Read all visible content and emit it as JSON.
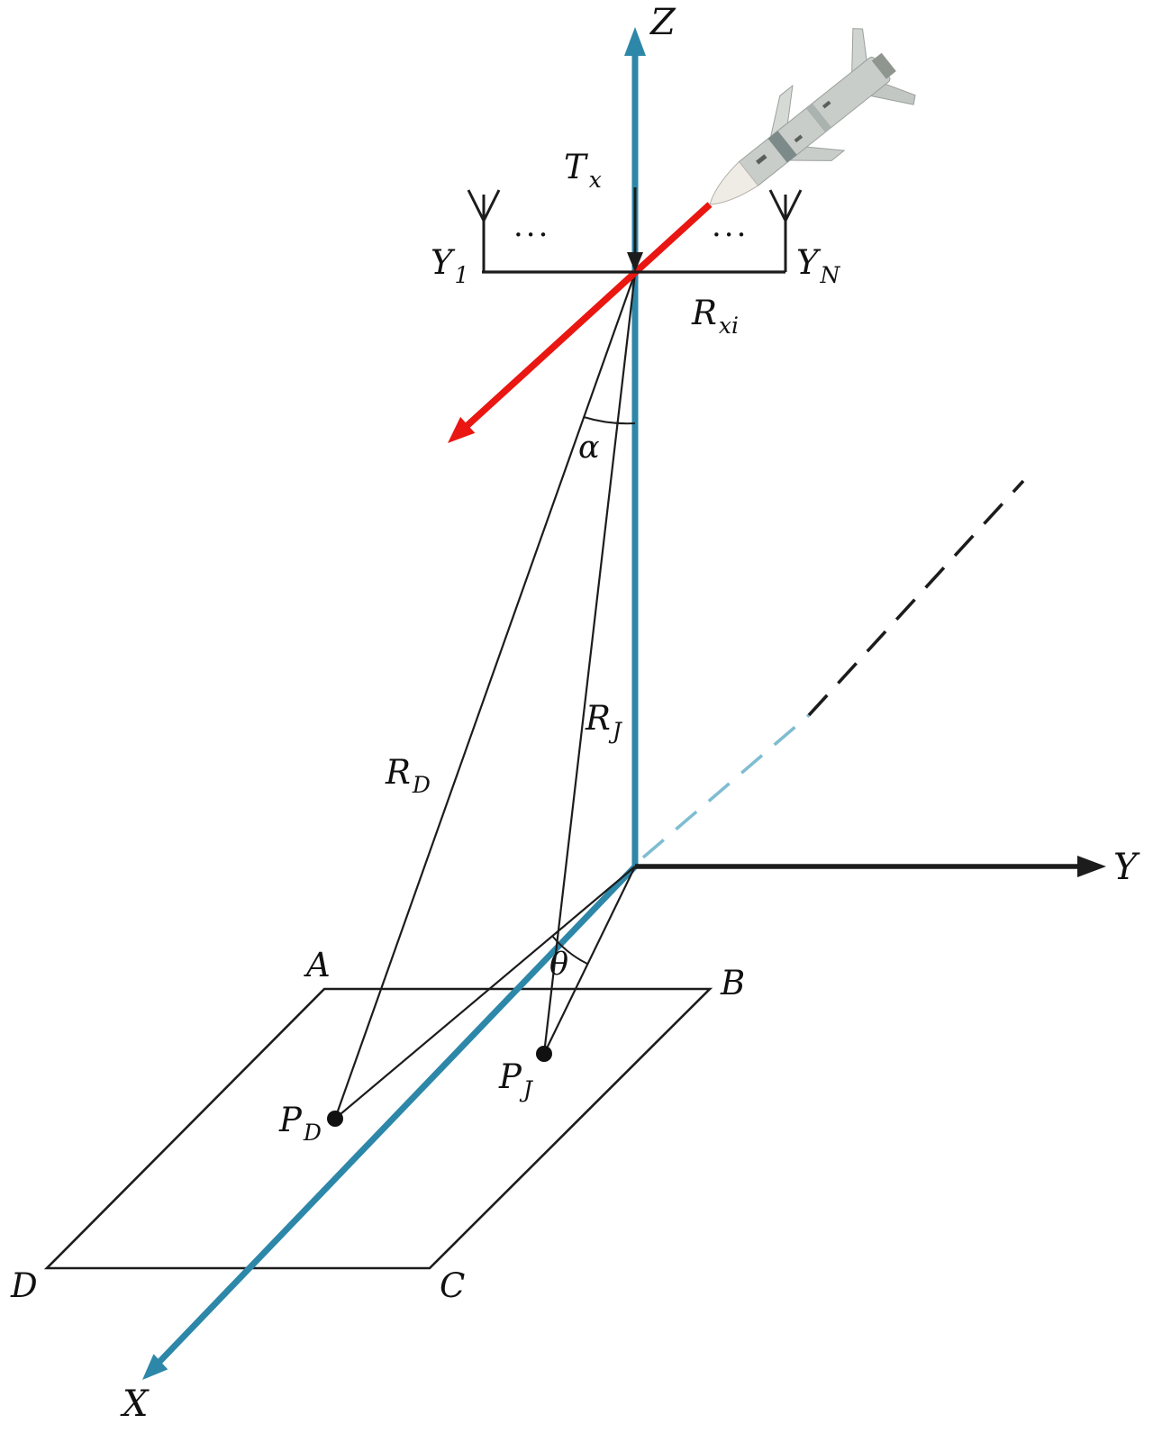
{
  "figure": {
    "background": "#ffffff",
    "colors": {
      "axis": "#2d87a8",
      "axis_dashed": "#7fbdd1",
      "arrow_red": "#ea1611",
      "line": "#1c1c1c"
    },
    "axes": {
      "x": "X",
      "y": "Y",
      "z": "Z"
    },
    "array": {
      "tx": {
        "main": "T",
        "sub": "x"
      },
      "rxi": {
        "main": "R",
        "sub": "xi"
      },
      "y1": {
        "main": "Y",
        "sub": "1"
      },
      "yn": {
        "main": "Y",
        "sub": "N"
      },
      "dots_left": "···",
      "dots_right": "···"
    },
    "ranges": {
      "rd": {
        "main": "R",
        "sub": "D"
      },
      "rj": {
        "main": "R",
        "sub": "J"
      }
    },
    "angles": {
      "alpha": "α",
      "theta": "θ"
    },
    "plane": {
      "a": "A",
      "b": "B",
      "c": "C",
      "d": "D"
    },
    "points": {
      "pd": {
        "main": "P",
        "sub": "D"
      },
      "pj": {
        "main": "P",
        "sub": "J"
      }
    }
  }
}
